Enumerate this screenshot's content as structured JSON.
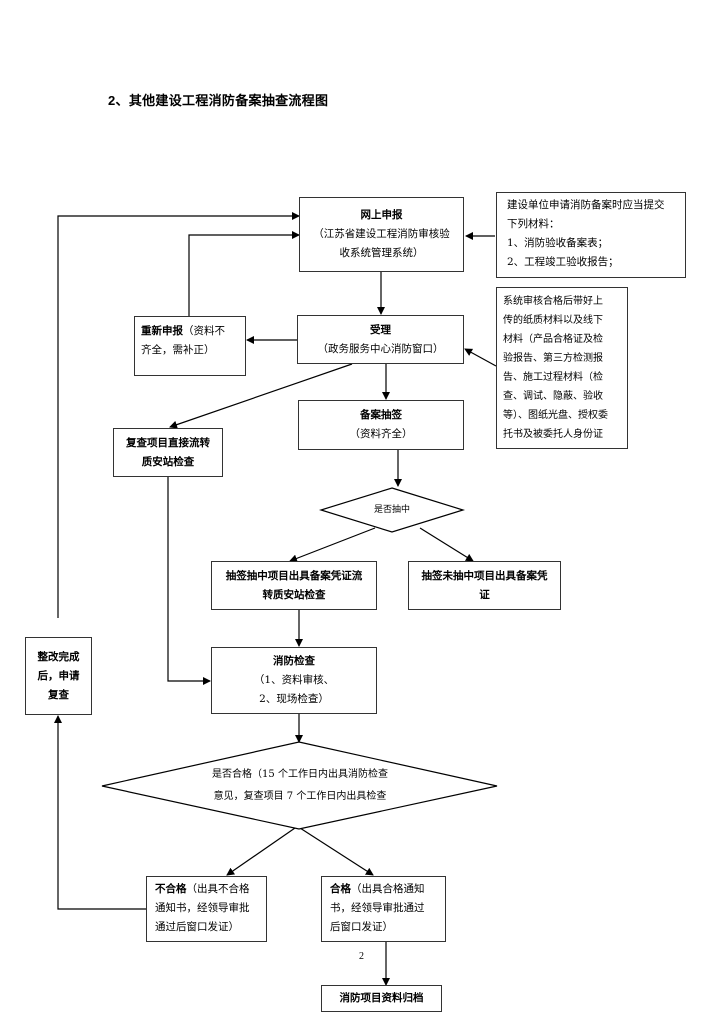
{
  "title": "2、其他建设工程消防备案抽查流程图",
  "nodes": {
    "online_report": {
      "title": "网上申报",
      "sub1": "（江苏省建设工程消防审核验",
      "sub2": "收系统管理系统）"
    },
    "materials_note": {
      "lines": [
        "建设单位申请消防备案时应当提交",
        "下列材料：",
        "1、消防验收备案表；",
        "2、工程竣工验收报告；"
      ]
    },
    "system_note": {
      "lines": [
        "系统审核合格后带好上",
        "传的纸质材料以及线下",
        "材料（产品合格证及检",
        "验报告、第三方检测报",
        "告、施工过程材料（检",
        "查、调试、隐蔽、验收",
        "等）、图纸光盘、授权委",
        "托书及被委托人身份证"
      ]
    },
    "resubmit": {
      "title": "重新申报",
      "sub1": "（资料不",
      "sub2": "齐全，需补正）"
    },
    "accept": {
      "title": "受理",
      "sub": "（政务服务中心消防窗口）"
    },
    "filing_draw": {
      "title": "备案抽签",
      "sub": "（资料齐全）"
    },
    "recheck_transfer": {
      "line1": "复查项目直接流转",
      "line2": "质安站检查"
    },
    "selected_decision": {
      "label": "是否抽中"
    },
    "selected": {
      "line1": "抽签抽中项目出具备案凭证流",
      "line2": "转质安站检查"
    },
    "not_selected": {
      "line1": "抽签未抽中项目出具备案凭",
      "line2": "证"
    },
    "rectify": {
      "line1": "整改完成",
      "line2": "后，申请",
      "line3": "复查"
    },
    "fire_inspection": {
      "title": "消防检查",
      "sub1": "（1、资料审核、",
      "sub2": "2、现场检查）"
    },
    "qualified_decision": {
      "line1": "是否合格（15 个工作日内出具消防检查",
      "line2": "意见，复查项目 7 个工作日内出具检查"
    },
    "failed": {
      "title": "不合格",
      "sub1": "（出具不合格",
      "sub2": "通知书，经领导审批",
      "sub3": "通过后窗口发证）"
    },
    "passed": {
      "title": "合格",
      "sub1": "（出具合格通知",
      "sub2": "书，经领导审批通过",
      "sub3": "后窗口发证）"
    },
    "archive": {
      "title": "消防项目资料归档"
    }
  },
  "page_number": "2"
}
